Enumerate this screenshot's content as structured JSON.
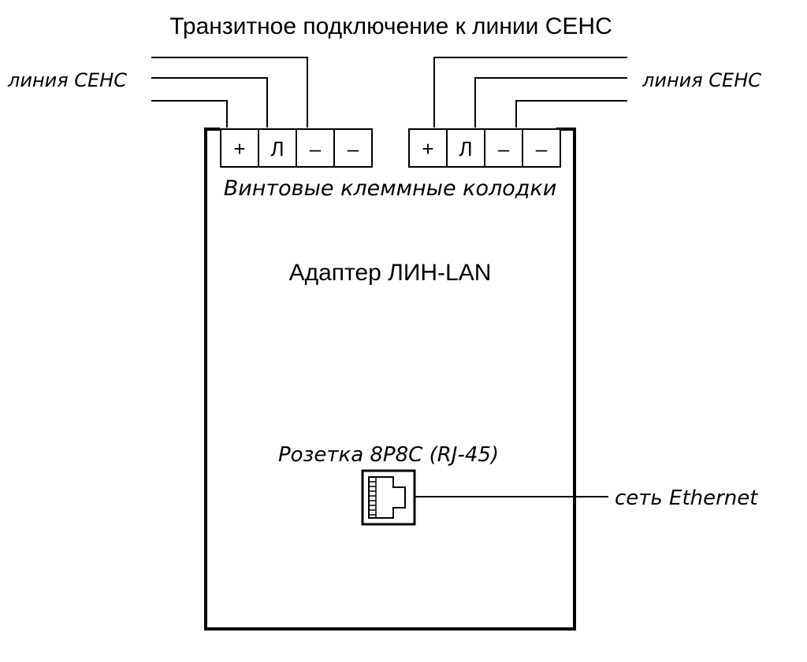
{
  "title": "Транзитное подключение к линии СЕНС",
  "line_left_label": "линия СЕНС",
  "line_right_label": "линия СЕНС",
  "terminal_blocks_label": "Винтовые клеммные колодки",
  "adapter_name": "Адаптер ЛИН-LAN",
  "socket_label": "Розетка 8P8C (RJ-45)",
  "ethernet_label": "сеть Ethernet",
  "terminals_left": [
    "+",
    "Л",
    "–",
    "–"
  ],
  "terminals_right": [
    "+",
    "Л",
    "–",
    "–"
  ],
  "colors": {
    "stroke": "#000000",
    "background": "#ffffff"
  }
}
